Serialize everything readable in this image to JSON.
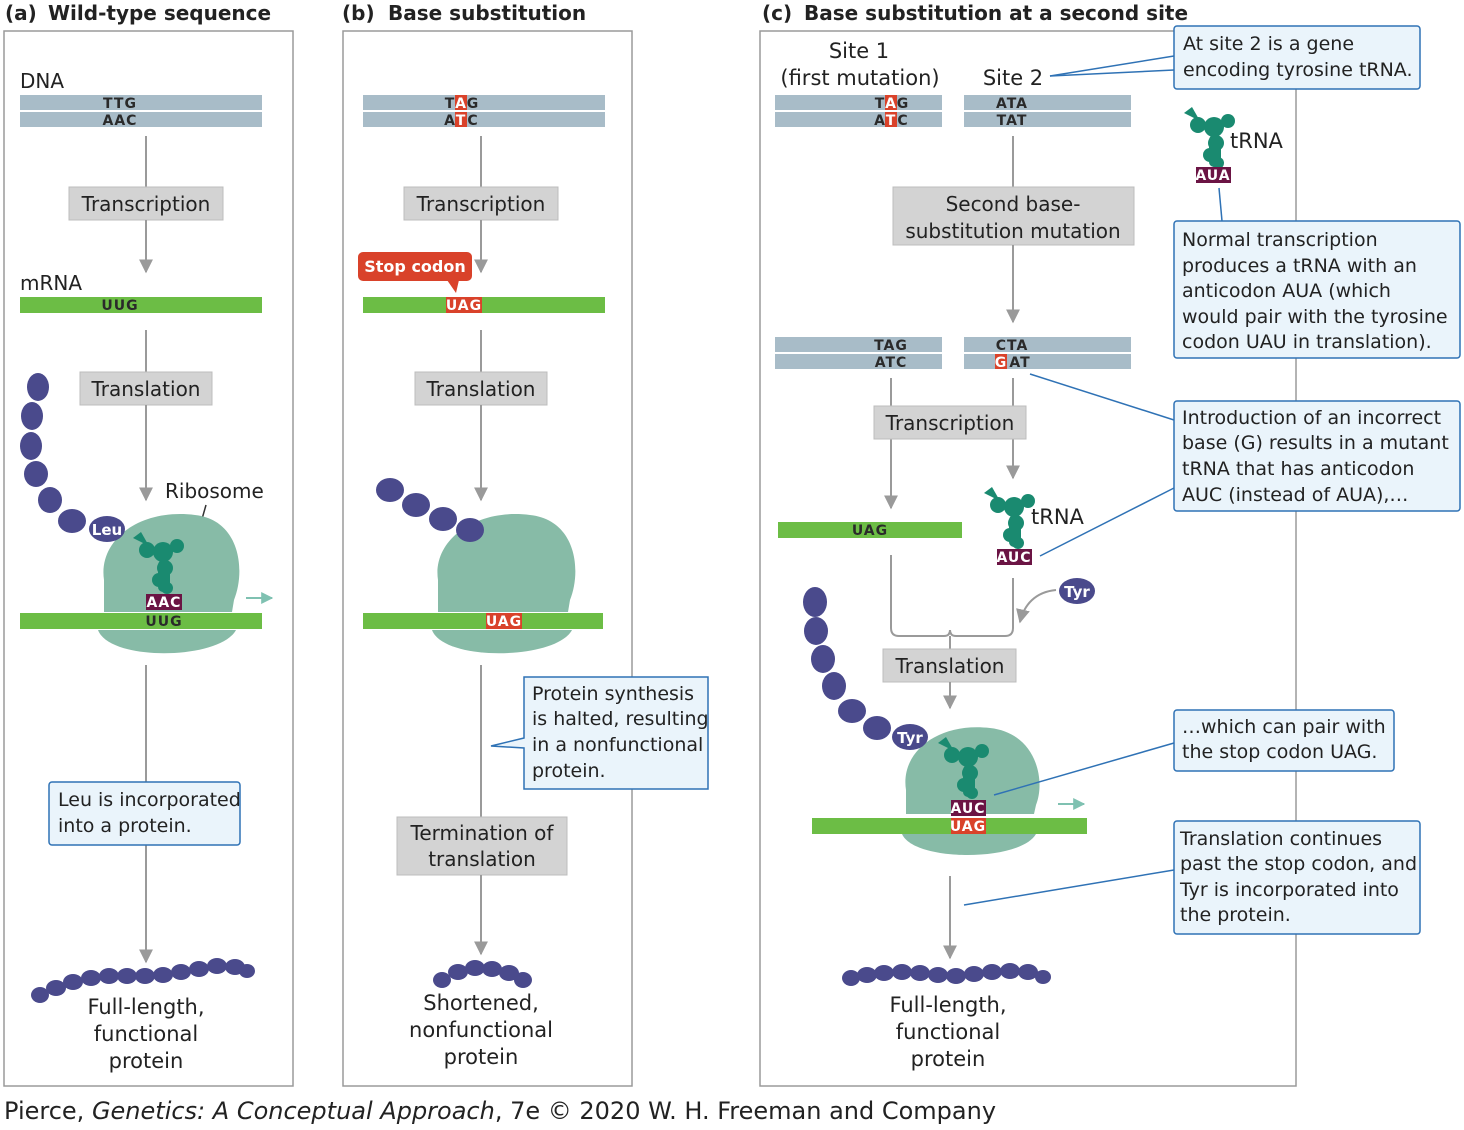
{
  "panels": {
    "a": {
      "letter": "(a)",
      "title": "Wild-type sequence"
    },
    "b": {
      "letter": "(b)",
      "title": "Base substitution"
    },
    "c": {
      "letter": "(c)",
      "title": "Base substitution at a second site"
    }
  },
  "labels": {
    "dna": "DNA",
    "mrna": "mRNA",
    "ribosome": "Ribosome",
    "trna": "tRNA",
    "site1_line1": "Site 1",
    "site1_line2": "(first mutation)",
    "site2": "Site 2",
    "stop_codon": "Stop codon"
  },
  "processes": {
    "transcription": "Transcription",
    "translation": "Translation",
    "second_sub_line1": "Second base-",
    "second_sub_line2": "substitution mutation",
    "termination_line1": "Termination of",
    "termination_line2": "translation"
  },
  "sequences": {
    "a_dna_top": "TTG",
    "a_dna_bottom": "AAC",
    "a_mrna": "UUG",
    "a_anticodon": "AAC",
    "b_dna_top": [
      "T",
      "A",
      "G"
    ],
    "b_dna_bottom": [
      "A",
      "T",
      "C"
    ],
    "b_mrna": "UAG",
    "c_site1_top": [
      "T",
      "A",
      "G"
    ],
    "c_site1_bottom": [
      "A",
      "T",
      "C"
    ],
    "c_site2_top": "ATA",
    "c_site2_bottom": "TAT",
    "c_trna_anticodon_normal": "AUA",
    "c_mut1_top": "TAG",
    "c_mut1_bottom": "ATC",
    "c_mut2_top": "CTA",
    "c_mut2_bottom": [
      "G",
      "AT"
    ],
    "c_mrna": "UAG",
    "c_trna_anticodon_mutant": "AUC",
    "c_ribo_anticodon": "AUC",
    "c_ribo_codon": "UAG"
  },
  "amino_acids": {
    "leu": "Leu",
    "tyr": "Tyr"
  },
  "products": {
    "full_line1": "Full-length,",
    "full_line2": "functional",
    "full_line3": "protein",
    "short_line1": "Shortened,",
    "short_line2": "nonfunctional",
    "short_line3": "protein"
  },
  "callouts": {
    "leu": [
      "Leu is incorporated",
      "into a protein."
    ],
    "halted": [
      "Protein synthesis",
      "is halted, resulting",
      "in a nonfunctional",
      "protein."
    ],
    "site2_gene": [
      "At site 2 is a gene",
      "encoding tyrosine tRNA."
    ],
    "normal": [
      "Normal transcription",
      "produces a tRNA with an",
      "anticodon AUA (which",
      "would pair with the tyrosine",
      "codon UAU in translation)."
    ],
    "incorrect": [
      "Introduction of an incorrect",
      "base (G) results in a mutant",
      "tRNA that has anticodon",
      "AUC (instead of AUA),…"
    ],
    "pair": [
      "…which can pair with",
      "the stop codon UAG."
    ],
    "continues": [
      "Translation continues",
      "past the stop codon, and",
      "Tyr is incorporated into",
      "the protein."
    ]
  },
  "credit": {
    "author": "Pierce, ",
    "book": "Genetics: A Conceptual Approach",
    "rest": ", 7e © 2020 W. H. Freeman and Company"
  },
  "colors": {
    "dna_strand": "#a8bcc8",
    "mrna": "#6cbd45",
    "mutation": "#d9422a",
    "ribosome": "#87bba7",
    "trna": "#1a8a70",
    "anticodon": "#6b1444",
    "amino_acid": "#4a4a8c",
    "callout_fill": "#eaf4fb",
    "callout_stroke": "#2f72b5",
    "process_box": "#d3d3d3"
  }
}
